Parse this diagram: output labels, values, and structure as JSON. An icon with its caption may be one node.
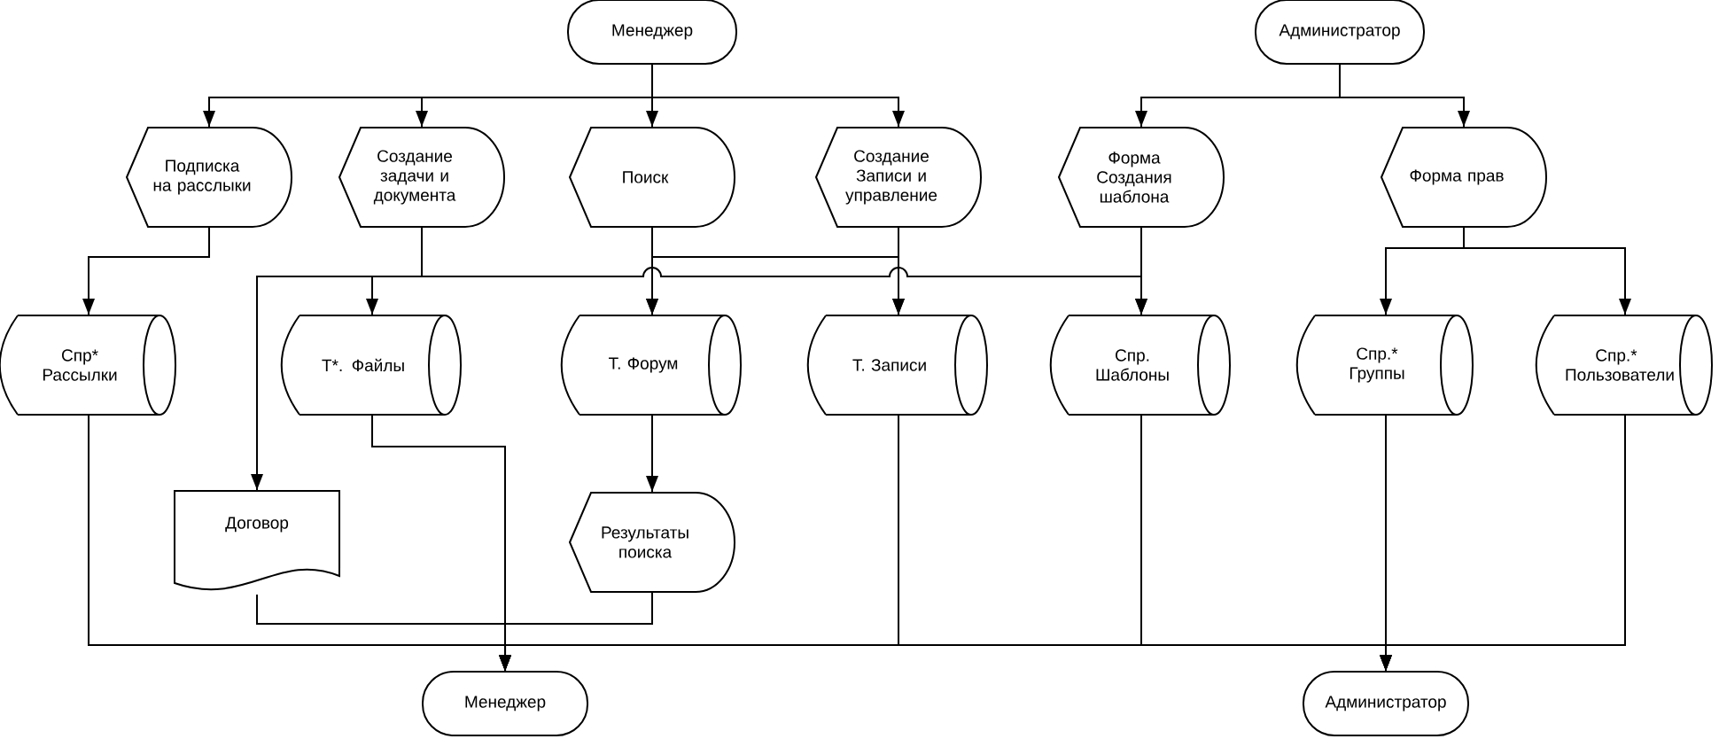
{
  "diagram": {
    "nodes": [
      {
        "text": [
          "Менеджер"
        ]
      },
      {
        "text": [
          "Администратор"
        ]
      },
      {
        "text": [
          "Подписка на расслыки"
        ]
      },
      {
        "text": [
          "Создание задачи и документа"
        ]
      },
      {
        "text": [
          "Поиск"
        ]
      },
      {
        "text": [
          "Создание Записи и управление"
        ]
      },
      {
        "text": [
          "Форма Создания шаблона"
        ]
      },
      {
        "text": [
          "Форма прав"
        ]
      },
      {
        "text": [
          "Спр* Рассылки"
        ]
      },
      {
        "text": [
          "Т*. Файлы"
        ]
      },
      {
        "text": [
          "Т. Форум"
        ]
      },
      {
        "text": [
          "Т. Записи"
        ]
      },
      {
        "text": [
          "Спр. Шаблоны"
        ]
      },
      {
        "text": [
          "Спр.* Группы"
        ]
      },
      {
        "text": [
          "Спр.* Пользователи"
        ]
      },
      {
        "text": [
          "Договор"
        ]
      },
      {
        "text": [
          "Результаты поиска"
        ]
      },
      {
        "text": [
          "Менеджер"
        ]
      },
      {
        "text": [
          "Администратор"
        ]
      }
    ],
    "edges": [
      {
        "from": 0,
        "to": 2,
        "arrow": "to"
      },
      {
        "from": 0,
        "to": 3,
        "arrow": "to"
      },
      {
        "from": 0,
        "to": 4,
        "arrow": "to"
      },
      {
        "from": 0,
        "to": 5,
        "arrow": "to"
      },
      {
        "from": 1,
        "to": 6,
        "arrow": "to"
      },
      {
        "from": 1,
        "to": 7,
        "arrow": "to"
      },
      {
        "from": 2,
        "to": 8,
        "arrow": "to"
      },
      {
        "from": 3,
        "to": 9,
        "arrow": "to"
      },
      {
        "from": 3,
        "to": 15,
        "arrow": "to"
      },
      {
        "from": 3,
        "to": 12,
        "arrow": "to"
      },
      {
        "from": 4,
        "to": 10,
        "arrow": "to"
      },
      {
        "from": 4,
        "to": 11,
        "arrow": "to"
      },
      {
        "from": 5,
        "to": 10,
        "arrow": "to"
      },
      {
        "from": 5,
        "to": 11,
        "arrow": "to"
      },
      {
        "from": 6,
        "to": 12,
        "arrow": "to"
      },
      {
        "from": 7,
        "to": 13,
        "arrow": "to"
      },
      {
        "from": 7,
        "to": 14,
        "arrow": "to"
      },
      {
        "from": 10,
        "to": 16,
        "arrow": "to"
      },
      {
        "from": 9,
        "to": 17,
        "arrow": "to"
      },
      {
        "from": 15,
        "to": 17,
        "arrow": "to"
      },
      {
        "from": 16,
        "to": 17,
        "arrow": "to"
      },
      {
        "from": 8,
        "to": 17,
        "arrow": "to"
      },
      {
        "from": 11,
        "to": 17,
        "arrow": "to"
      },
      {
        "from": 12,
        "to": 17,
        "arrow": "to"
      },
      {
        "from": 13,
        "to": 17,
        "arrow": "to"
      },
      {
        "from": 14,
        "to": 17,
        "arrow": "to"
      },
      {
        "from": 8,
        "to": 18,
        "arrow": "to"
      },
      {
        "from": 11,
        "to": 18,
        "arrow": "to"
      },
      {
        "from": 12,
        "to": 18,
        "arrow": "to"
      },
      {
        "from": 13,
        "to": 18,
        "arrow": "to"
      },
      {
        "from": 14,
        "to": 18,
        "arrow": "to"
      }
    ]
  }
}
